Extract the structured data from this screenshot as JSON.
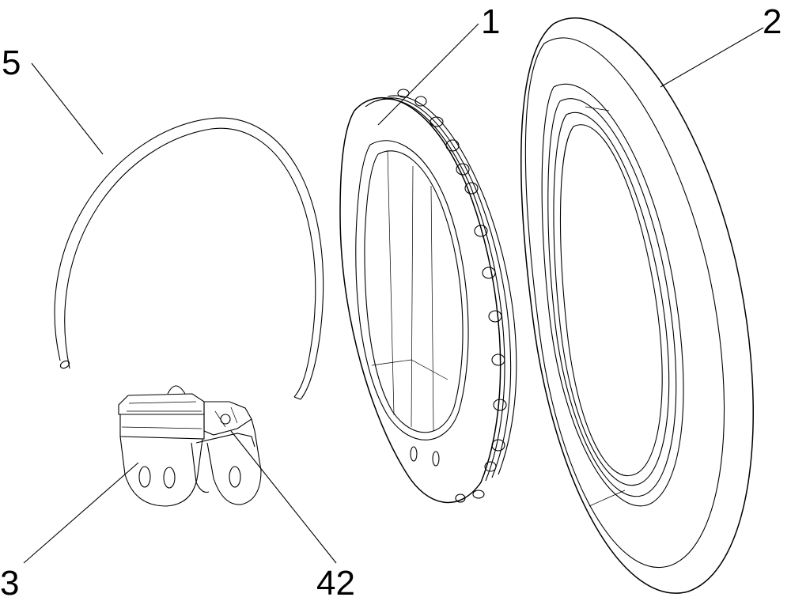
{
  "labels": {
    "part_1": "1",
    "part_2": "2",
    "part_3": "3",
    "part_5": "5",
    "part_42": "42"
  }
}
